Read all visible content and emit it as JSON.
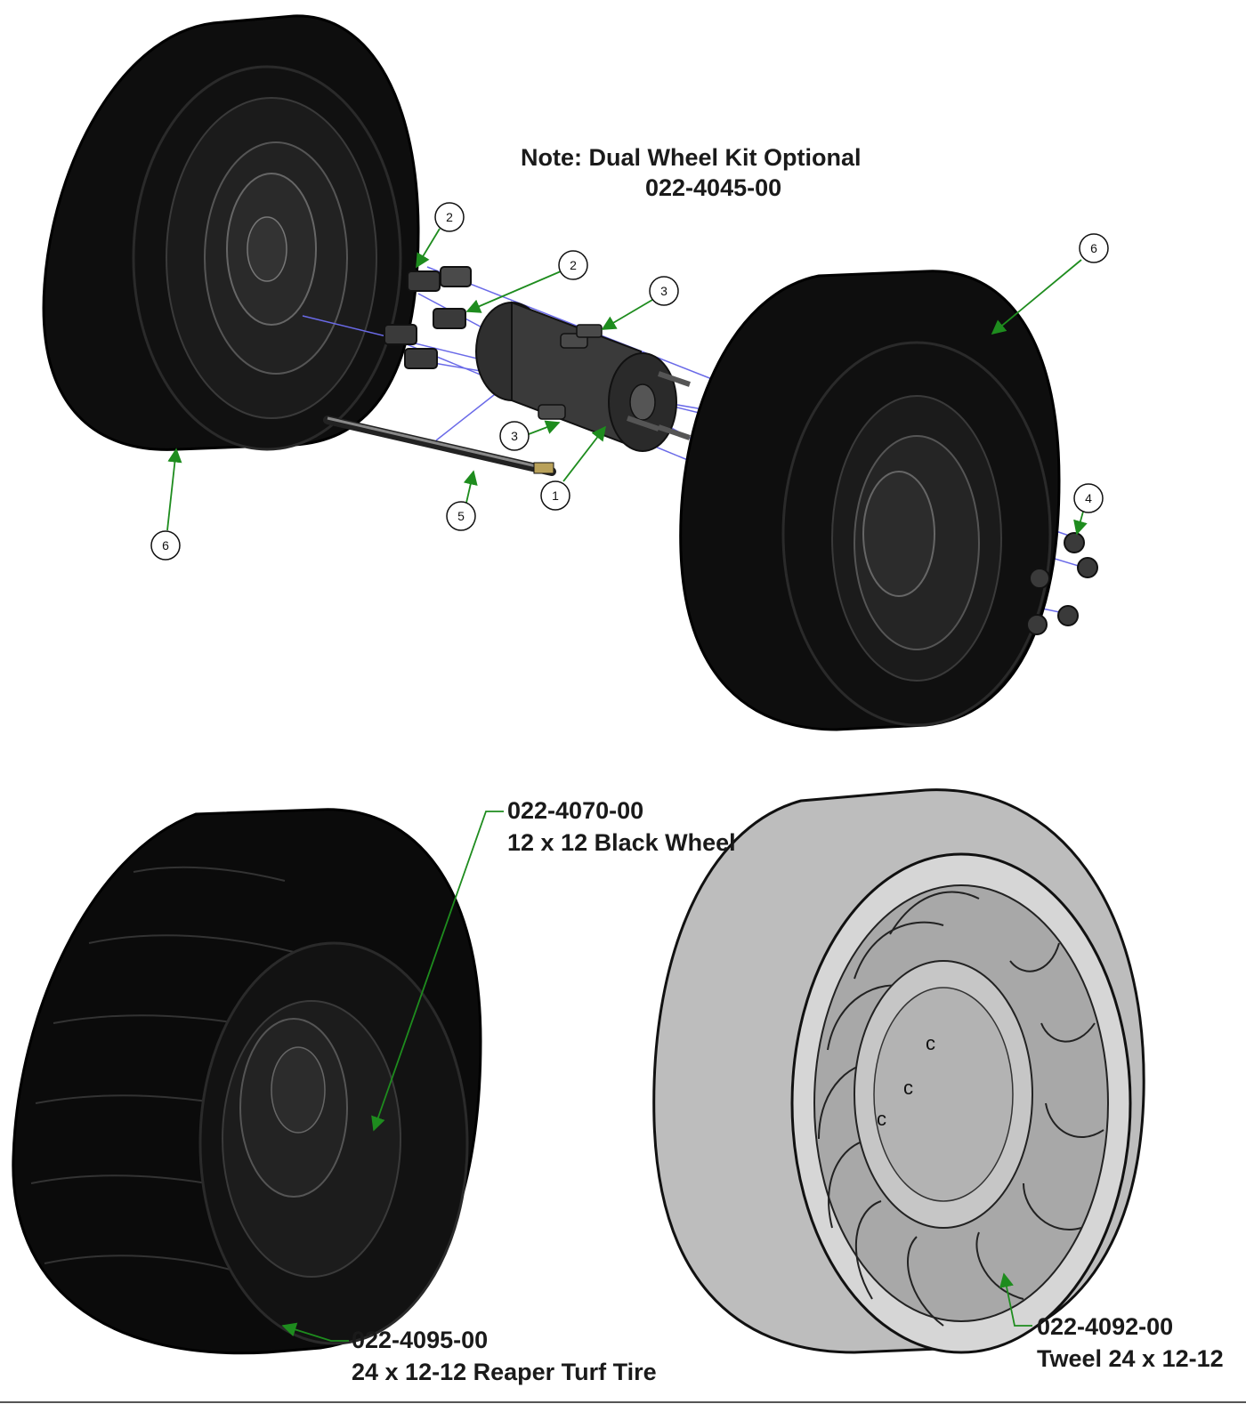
{
  "note": {
    "line1": "Note: Dual Wheel Kit Optional",
    "line2": "022-4045-00"
  },
  "balloons": [
    "1",
    "2",
    "2",
    "3",
    "3",
    "4",
    "5",
    "6",
    "6"
  ],
  "parts": [
    {
      "number": "022-4070-00",
      "description": "12 x 12 Black Wheel"
    },
    {
      "number": "022-4095-00",
      "description": "24 x 12-12 Reaper Turf Tire"
    },
    {
      "number": "022-4092-00",
      "description": "Tweel 24 x 12-12"
    }
  ],
  "colors": {
    "leader": "#1e8c1e",
    "centerline": "#6a6ae8",
    "tire": "#0d0d0d",
    "tweel": "#b8b8b8"
  }
}
